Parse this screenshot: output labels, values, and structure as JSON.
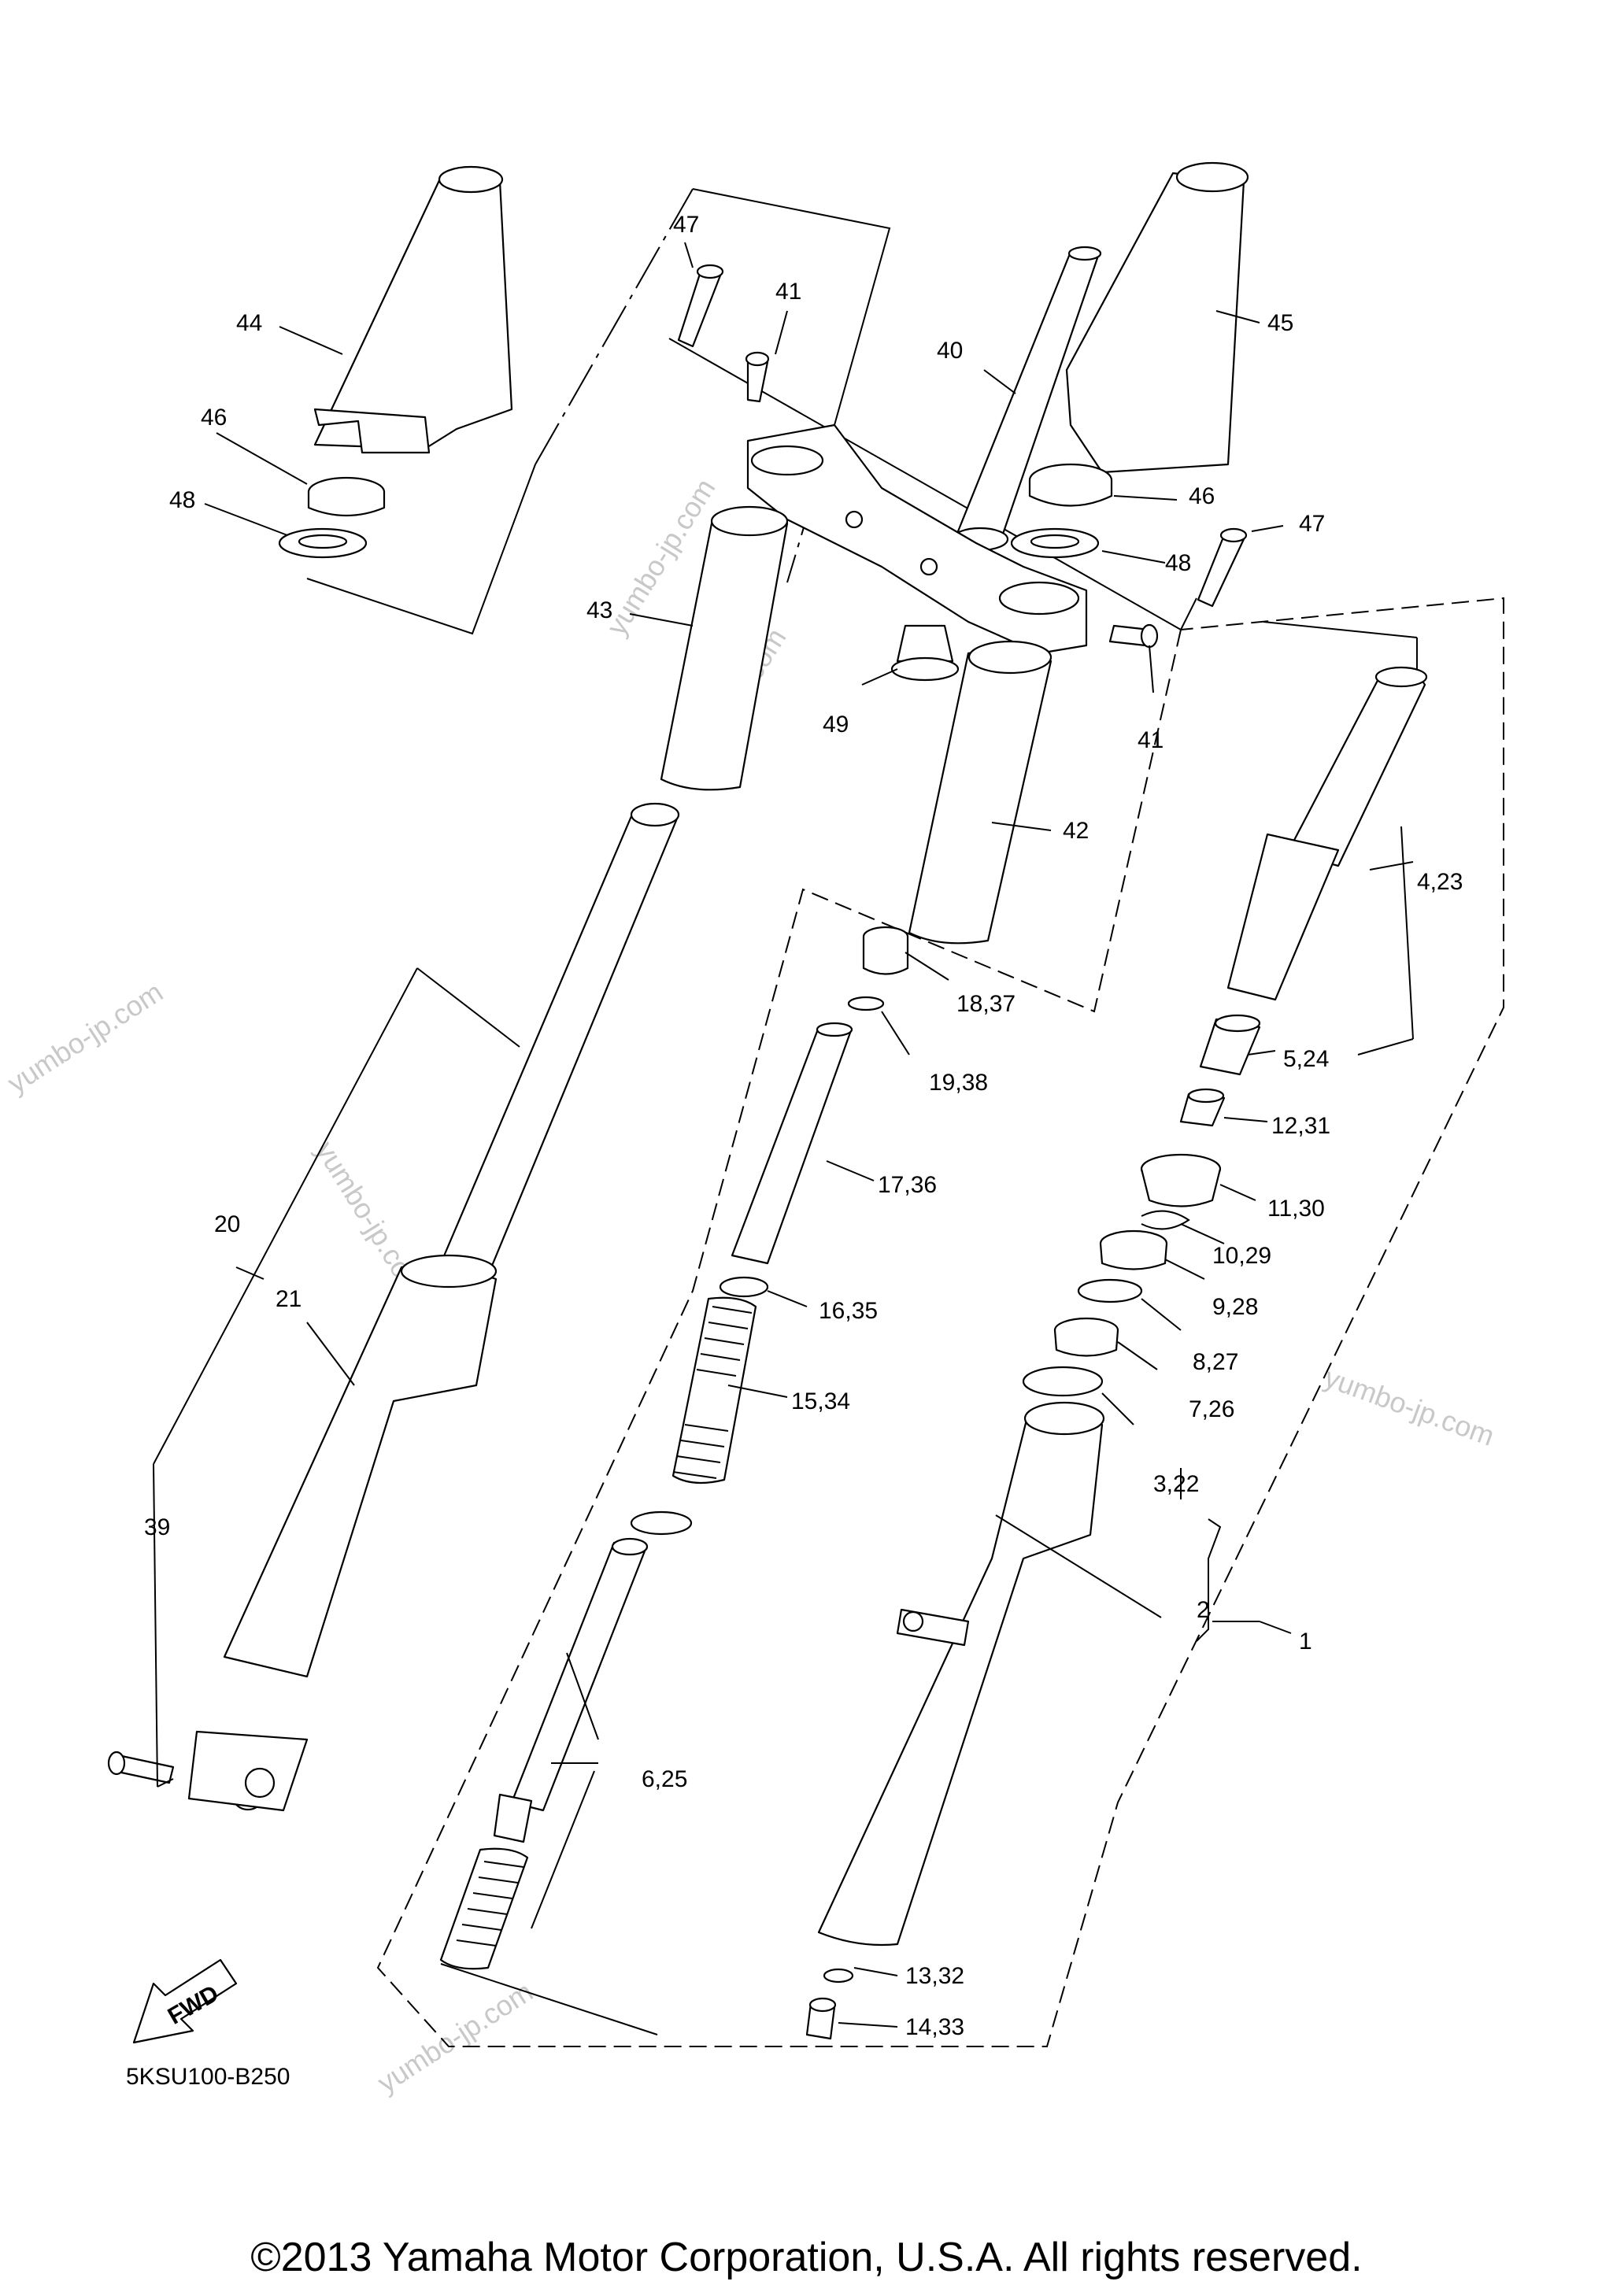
{
  "diagram_code": "5KSU100-B250",
  "copyright": "©2013 Yamaha Motor Corporation, U.S.A. All rights reserved.",
  "watermark": "yumbo-jp.com",
  "fwd_label": "FWD",
  "callouts": {
    "c1": "1",
    "c2": "2",
    "c3": "3,22",
    "c4": "4,23",
    "c5": "5,24",
    "c6": "6,25",
    "c7": "7,26",
    "c8": "8,27",
    "c9": "9,28",
    "c10": "10,29",
    "c11": "11,30",
    "c12": "12,31",
    "c13": "13,32",
    "c14": "14,33",
    "c15": "15,34",
    "c16": "16,35",
    "c17": "17,36",
    "c18": "18,37",
    "c19": "19,38",
    "c20": "20",
    "c21": "21",
    "c39": "39",
    "c40": "40",
    "c41a": "41",
    "c41b": "41",
    "c42": "42",
    "c43": "43",
    "c44": "44",
    "c45": "45",
    "c46a": "46",
    "c46b": "46",
    "c47a": "47",
    "c47b": "47",
    "c48a": "48",
    "c48b": "48",
    "c49": "49"
  }
}
